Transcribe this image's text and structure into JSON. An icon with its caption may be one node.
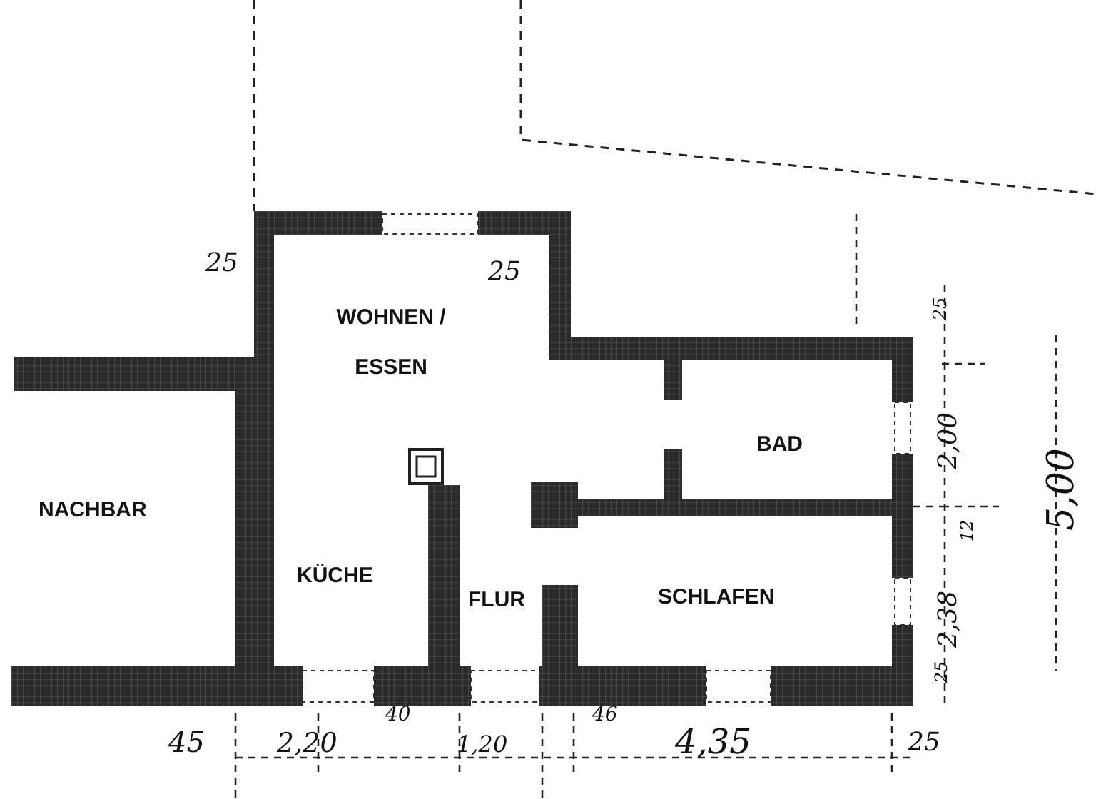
{
  "diagram": {
    "labels": [
      "25",
      "25",
      "WOHNEN / ESSEN",
      "25",
      "BAD",
      "2,00",
      "5,00",
      "NACHBAR",
      "12",
      "KÜCHE",
      "FLUR",
      "SCHLAFEN",
      "2,38",
      "25",
      "40",
      "46",
      "45",
      "2,20",
      "1,20",
      "4,35",
      "25"
    ]
  }
}
